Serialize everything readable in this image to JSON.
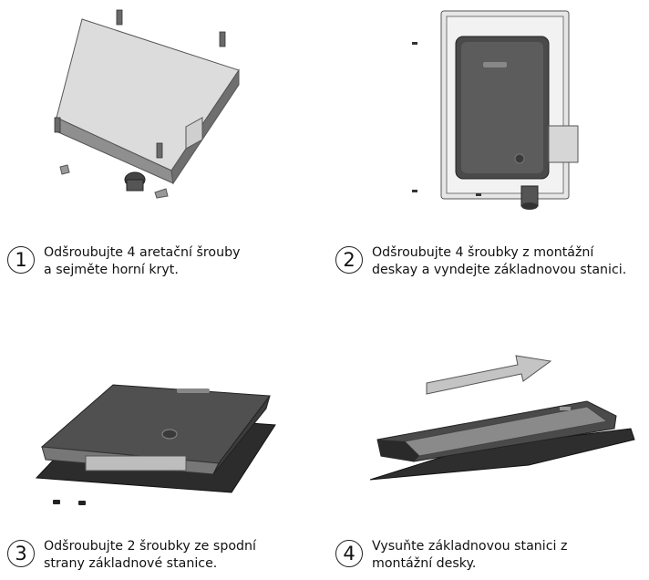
{
  "steps": [
    {
      "number": "1",
      "line1": "Odšroubujte 4 aretační šrouby",
      "line2": "a sejměte horní kryt."
    },
    {
      "number": "2",
      "line1": "Odšroubujte 4 šroubky z montážní",
      "line2": "deskay a vyndejte základnovou stanici."
    },
    {
      "number": "3",
      "line1": "Odšroubujte 2 šroubky ze spodní",
      "line2": "strany základnové stanice."
    },
    {
      "number": "4",
      "line1": "Vysuňte základnovou stanici z",
      "line2": "montážní desky."
    }
  ]
}
